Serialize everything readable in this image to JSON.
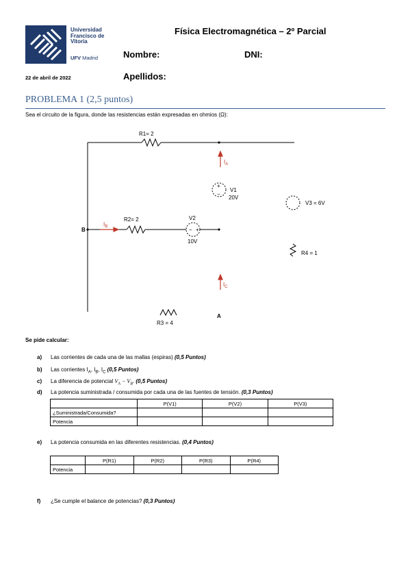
{
  "header": {
    "university_lines": [
      "Universidad",
      "Francisco de",
      "Vitoria"
    ],
    "ufv_bold": "UFV",
    "ufv_city": "Madrid",
    "title": "Física Electromagnética – 2º Parcial",
    "nombre_label": "Nombre:",
    "dni_label": "DNI:",
    "apellidos_label": "Apellidos:",
    "date": "22 de abril de 2022"
  },
  "problem": {
    "heading": "PROBLEMA 1 (2,5 puntos)",
    "intro": "Sea el circuito de la figura, donde las resistencias están expresadas en ohmios (Ω):"
  },
  "circuit": {
    "r1": "R1= 2",
    "r2": "R2= 2",
    "r3": "R3 = 4",
    "r4": "R4 = 1",
    "v1": "V1",
    "v1_val": "20V",
    "v2": "V2",
    "v2_val": "10V",
    "v3": "V3 = 6V",
    "ia": "I",
    "ia_sub": "A",
    "ib": "I",
    "ib_sub": "B",
    "ic": "I",
    "ic_sub": "C",
    "node_b": "B",
    "node_a": "A"
  },
  "questions": {
    "se_pide": "Se pide calcular:",
    "items": [
      {
        "letter": "a)",
        "text": "Las corrientes de cada una de las mallas (espiras) ",
        "points": "(0,5 Puntos)"
      },
      {
        "letter": "b)",
        "text": "Las corrientes I",
        "text_a": "A",
        "sep1": ", I",
        "text_b": "B",
        "sep2": ", I",
        "text_c": "C",
        "points": "(0,5 Puntos)"
      },
      {
        "letter": "c)",
        "text": "La diferencia de potencial ",
        "formula": "V",
        "formula_a": "A",
        "formula_mid": " − V",
        "formula_b": "B",
        "formula_end": ". ",
        "points": "(0,5 Puntos)"
      },
      {
        "letter": "d)",
        "text": "La potencia suministrada / consumida por cada una de las fuentes de tensión. ",
        "points": "(0,3 Puntos)"
      },
      {
        "letter": "e)",
        "text": "La potencia consumida en las diferentes resistencias. ",
        "points": "(0,4 Puntos)"
      },
      {
        "letter": "f)",
        "text": "¿Se cumple el balance de potencias? ",
        "points": "(0,3 Puntos)"
      }
    ]
  },
  "table_sources": {
    "headers": [
      "",
      "P(V1)",
      "P(V2)",
      "P(V3)"
    ],
    "rows": [
      "¿Suministrada/Consumida?",
      "Potencia"
    ]
  },
  "table_resistances": {
    "headers": [
      "",
      "P(R1)",
      "P(R2)",
      "P(R3)",
      "P(R4)"
    ],
    "rows": [
      "Potencia"
    ]
  },
  "colors": {
    "accent": "#3b5f8e",
    "logo": "#1f3a6b",
    "current_arrow": "#c0392b"
  }
}
